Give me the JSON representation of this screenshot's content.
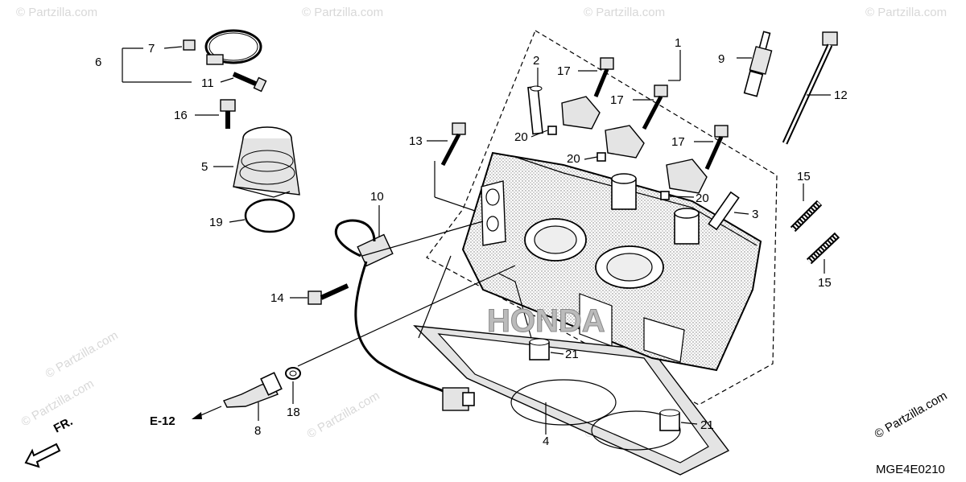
{
  "diagram": {
    "callouts": {
      "p1": "1",
      "p2": "2",
      "p3": "3",
      "p4": "4",
      "p5": "5",
      "p6": "6",
      "p7": "7",
      "p8": "8",
      "p9": "9",
      "p10": "10",
      "p11": "11",
      "p12": "12",
      "p13": "13",
      "p14": "14",
      "p15a": "15",
      "p15b": "15",
      "p16": "16",
      "p17a": "17",
      "p17b": "17",
      "p17c": "17",
      "p18": "18",
      "p19": "19",
      "p20a": "20",
      "p20b": "20",
      "p20c": "20",
      "p21a": "21",
      "p21b": "21"
    },
    "ref_label": "E-12",
    "direction_label": "FR.",
    "diagram_code": "MGE4E0210",
    "copyright": "© Partzilla.com",
    "watermark": "© Partzilla.com"
  }
}
